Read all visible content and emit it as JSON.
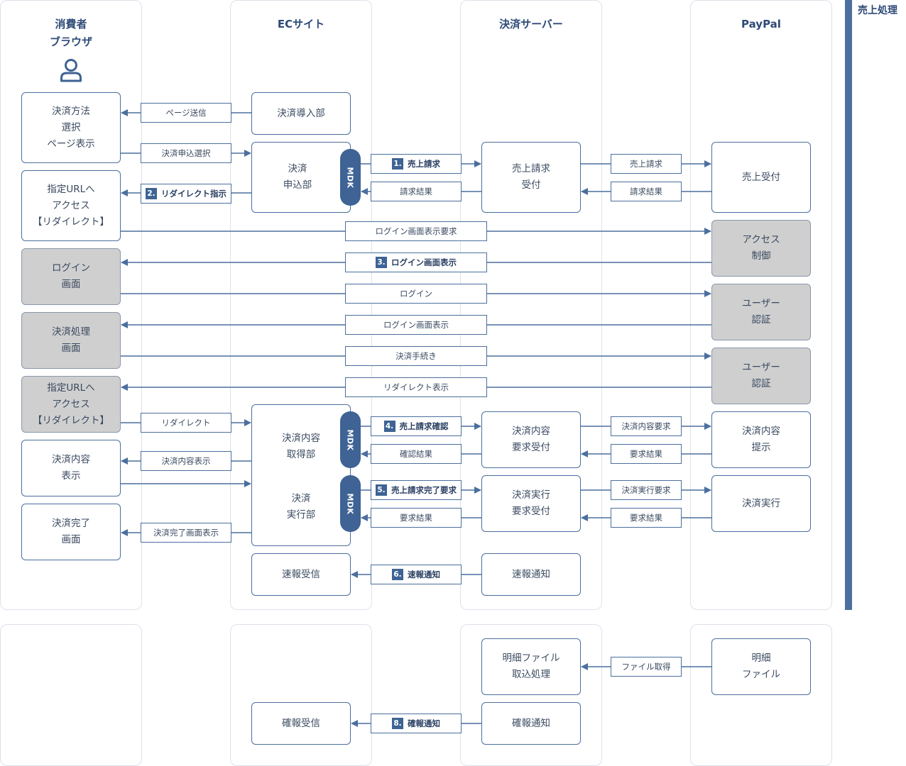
{
  "lanes": {
    "consumer": "消費者\nブラウザ",
    "ec": "ECサイト",
    "server": "決済サーバー",
    "paypal": "PayPal"
  },
  "side_label": "売上処理",
  "mdk": "MDK",
  "boxes": {
    "c1": "決済方法\n選択\nページ表示",
    "c2": "指定URLへ\nアクセス\n【リダイレクト】",
    "c3": "ログイン\n画面",
    "c4": "決済処理\n画面",
    "c5": "指定URLへ\nアクセス\n【リダイレクト】",
    "c6": "決済内容\n表示",
    "c7": "決済完了\n画面",
    "e1": "決済導入部",
    "e2": "決済\n申込部",
    "e3": "決済内容\n取得部",
    "e4": "決済\n実行部",
    "e5": "速報受信",
    "e6": "確報受信",
    "s1": "売上請求\n受付",
    "s2": "決済内容\n要求受付",
    "s3": "決済実行\n要求受付",
    "s4": "速報通知",
    "s5": "明細ファイル\n取込処理",
    "s6": "確報通知",
    "p1": "売上受付",
    "p2": "アクセス\n制御",
    "p3": "ユーザー\n認証",
    "p4": "ユーザー\n認証",
    "p5": "決済内容\n提示",
    "p6": "決済実行",
    "p7": "明細\nファイル"
  },
  "labels": {
    "page_send": "ページ送信",
    "apply_select": "決済申込選択",
    "sales_request": {
      "num": "1.",
      "text": "売上請求"
    },
    "request_result": "請求結果",
    "sales_request_pp": "売上請求",
    "request_result_pp": "請求結果",
    "redirect_instruction": {
      "num": "2.",
      "text": "リダイレクト指示"
    },
    "login_screen_request": "ログイン画面表示要求",
    "login_screen_display": {
      "num": "3.",
      "text": "ログイン画面表示"
    },
    "login": "ログイン",
    "login_screen_display2": "ログイン画面表示",
    "payment_procedure": "決済手続き",
    "redirect_display": "リダイレクト表示",
    "redirect": "リダイレクト",
    "sales_request_confirm": {
      "num": "4.",
      "text": "売上請求確認"
    },
    "confirm_result": "確認結果",
    "content_request": "決済内容要求",
    "request_result_a": "要求結果",
    "content_display": "決済内容表示",
    "completion_request": {
      "num": "5.",
      "text": "売上請求完了要求"
    },
    "request_result_b": "要求結果",
    "exec_request": "決済実行要求",
    "request_result_c": "要求結果",
    "completion_screen": "決済完了画面表示",
    "quick_notice": {
      "num": "6.",
      "text": "速報通知"
    },
    "file_get": "ファイル取得",
    "final_notice": {
      "num": "8.",
      "text": "確報通知"
    }
  },
  "colors": {
    "accent": "#4b6f9e",
    "accent_dark": "#3e6394",
    "gray_box": "#cfcfcf",
    "lane_border": "#dde2ea"
  }
}
